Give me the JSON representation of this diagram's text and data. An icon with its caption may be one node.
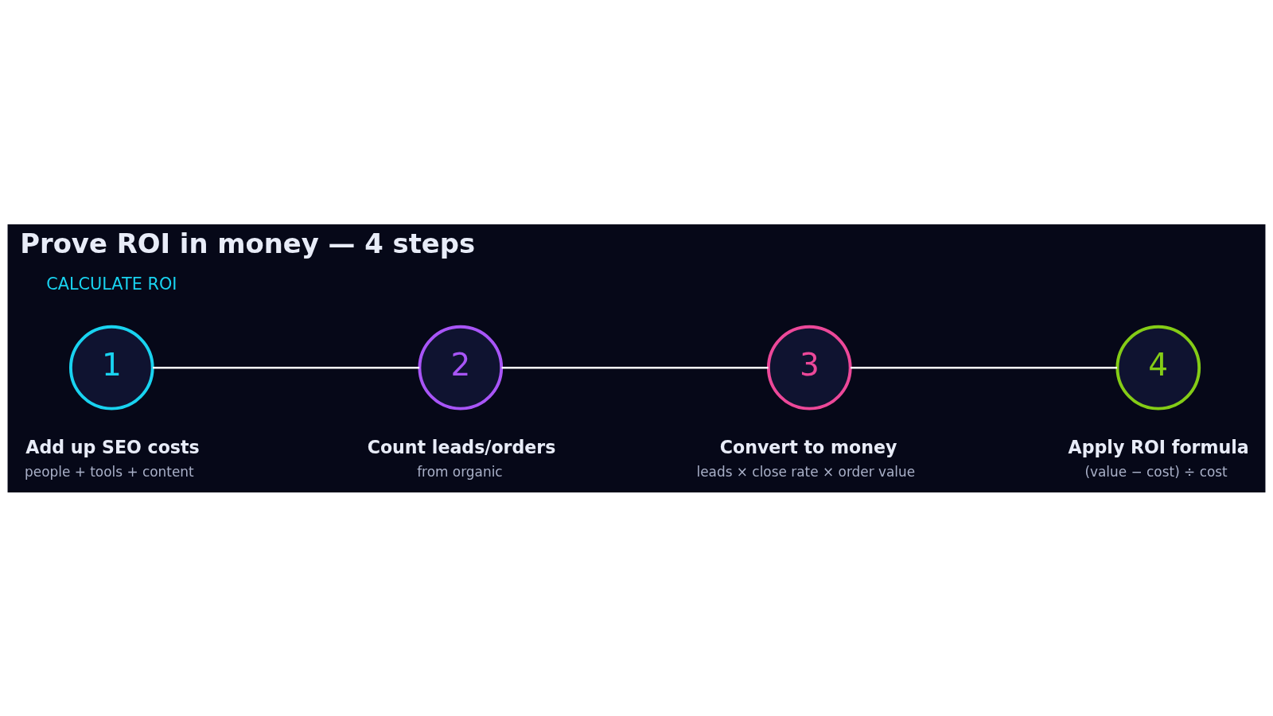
{
  "diagram": {
    "title": "Prove ROI in money — 4 steps",
    "nodes": [
      {
        "text": [
          "1"
        ],
        "beside": [
          "Add up SEO costs",
          "people + tools + content"
        ]
      },
      {
        "text": [
          "2"
        ],
        "beside": [
          "Count leads/orders",
          "from organic"
        ]
      },
      {
        "text": [
          "3"
        ],
        "beside": [
          "Convert to money",
          "leads × close rate × order value"
        ]
      },
      {
        "text": [
          "4"
        ],
        "beside": [
          "Apply ROI formula",
          "(value − cost) ÷ cost"
        ]
      }
    ],
    "edges": [
      {
        "from": 0,
        "to": 1,
        "arrow": "none"
      },
      {
        "from": 1,
        "to": 2,
        "arrow": "none"
      },
      {
        "from": 2,
        "to": 3,
        "arrow": "none"
      }
    ],
    "labels": [
      "CALCULATE ROI"
    ]
  }
}
